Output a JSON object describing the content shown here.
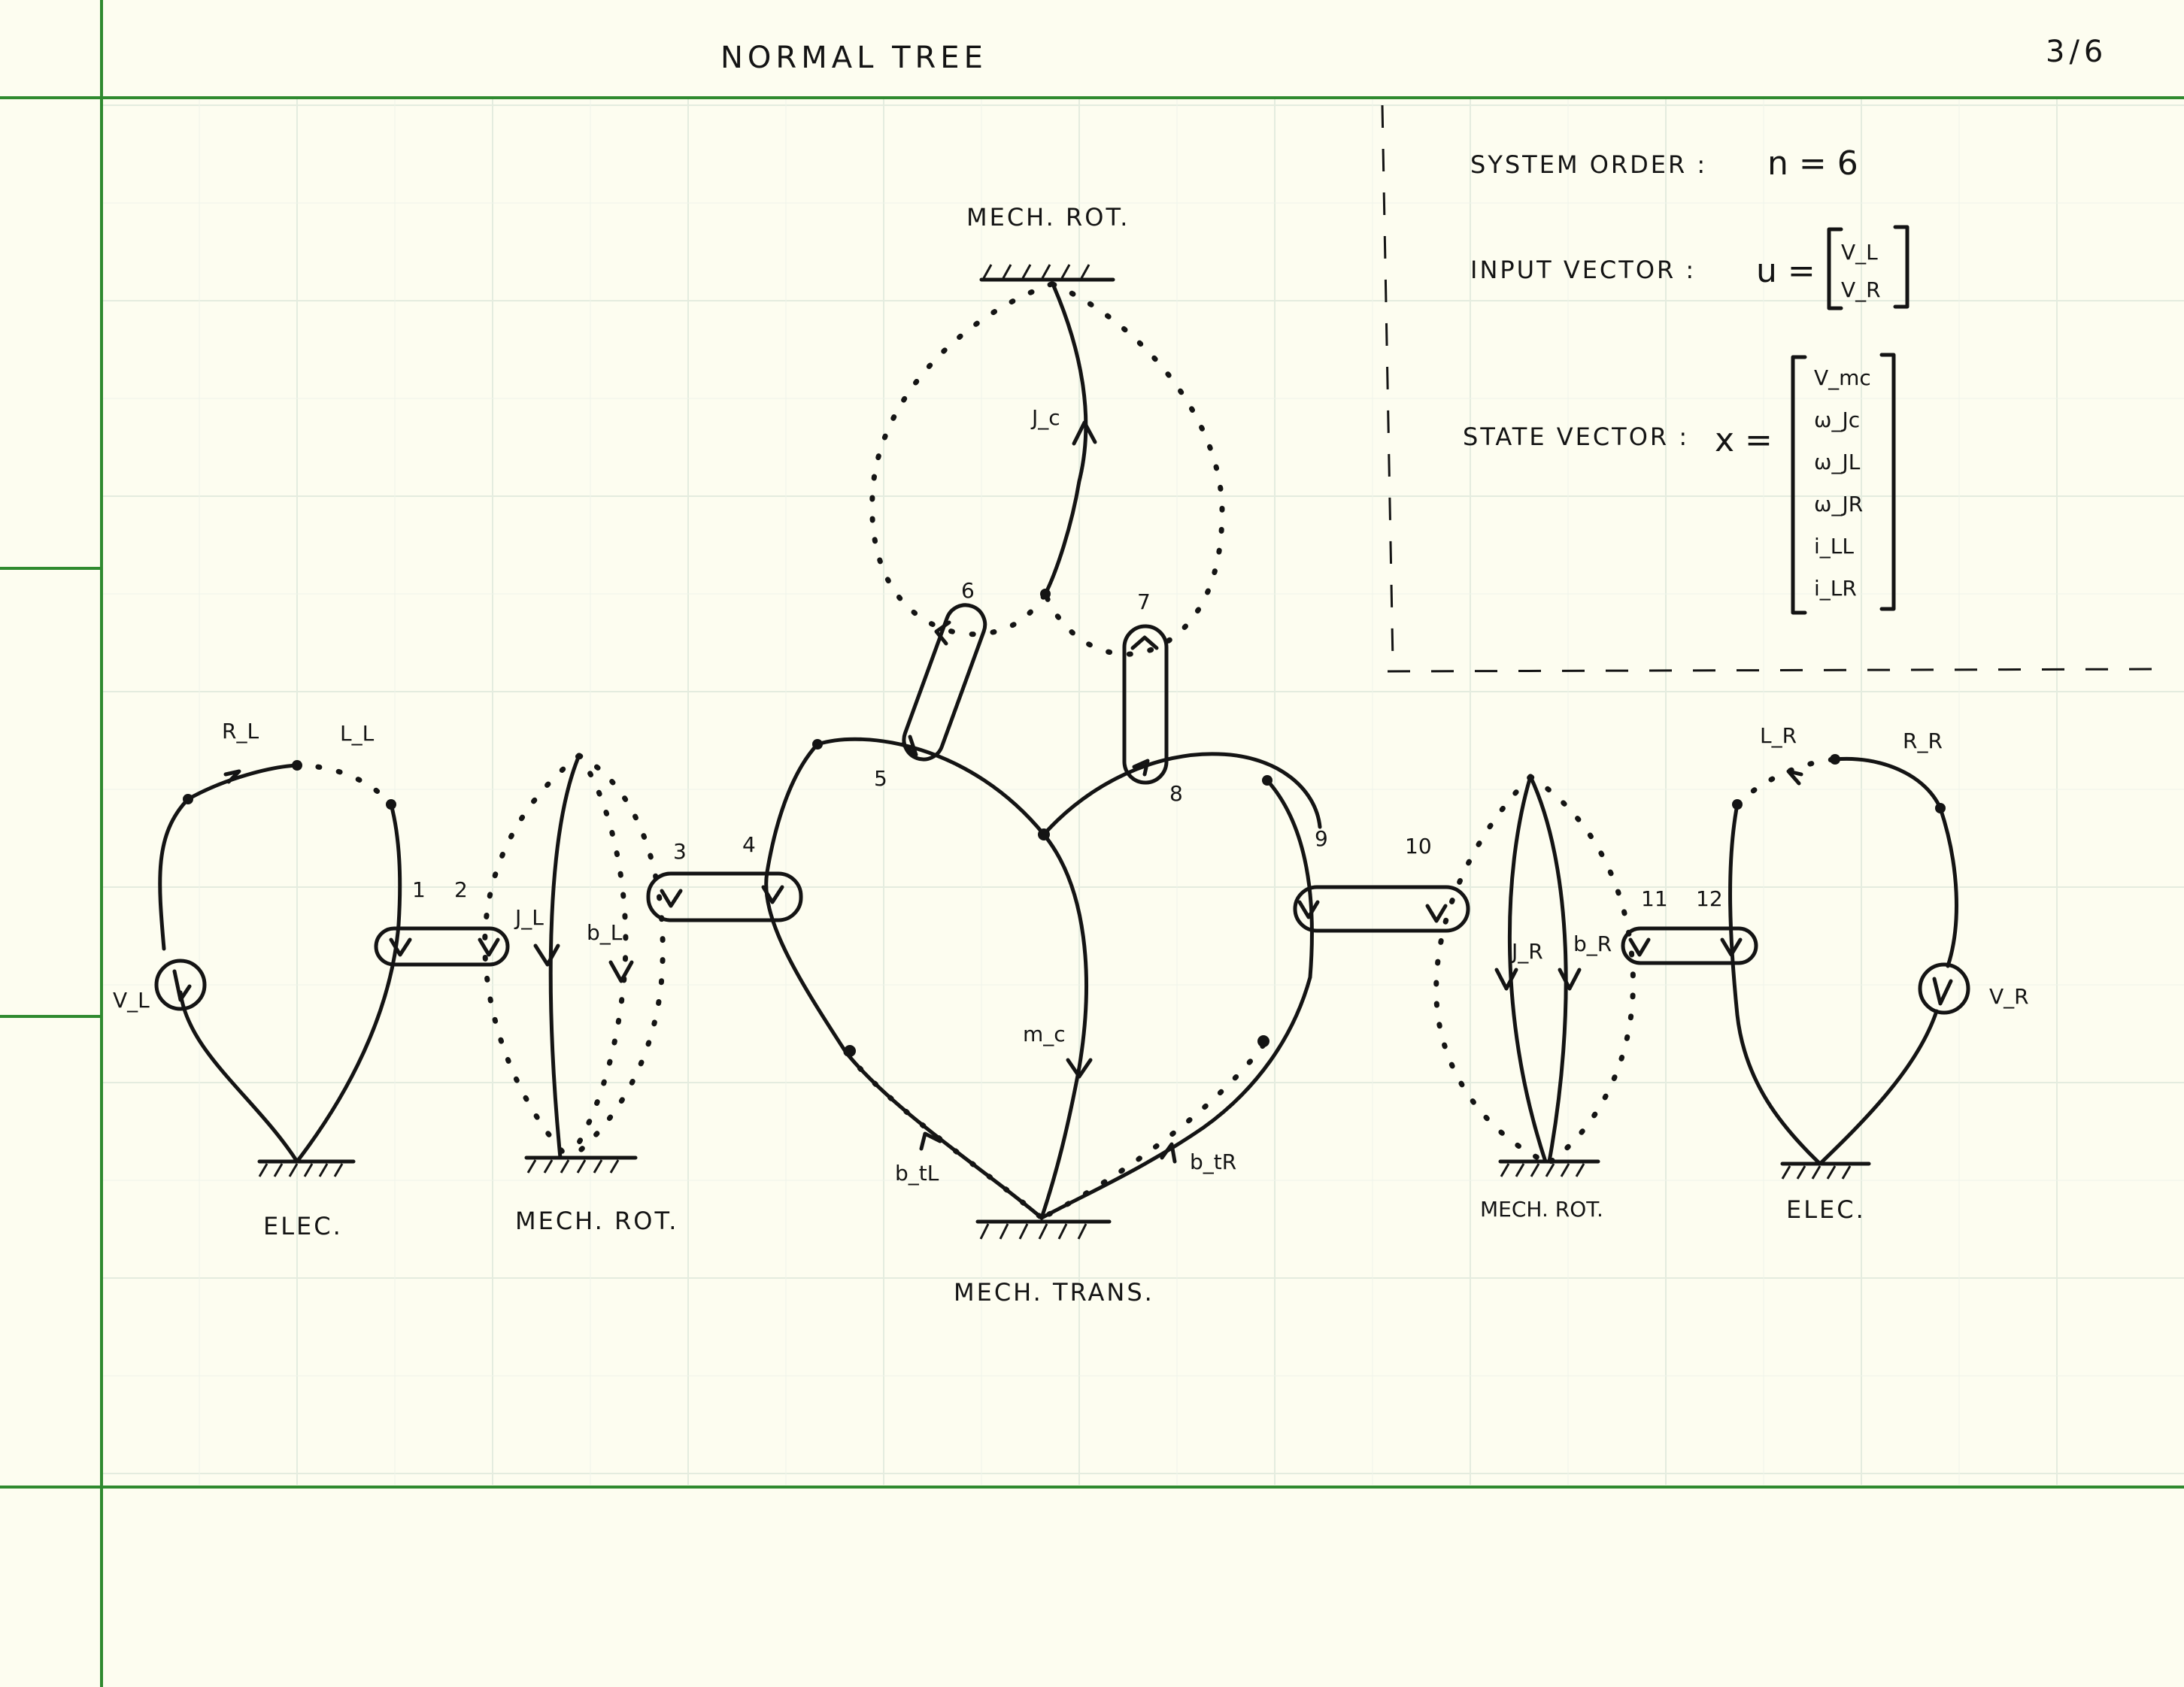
{
  "header": {
    "title": "NORMAL TREE",
    "page": "3/6"
  },
  "summary": {
    "order_label": "SYSTEM ORDER :",
    "order_value": "n = 6",
    "input_label": "INPUT VECTOR :",
    "input_symbol": "u =",
    "input_entries": [
      "V_L",
      "V_R"
    ],
    "state_label": "STATE VECTOR :",
    "state_symbol": "x =",
    "state_entries": [
      "V_mc",
      "ω_Jc",
      "ω_JL",
      "ω_JR",
      "i_LL",
      "i_LR"
    ]
  },
  "domains": {
    "elec_left": "ELEC.",
    "rot_left": "MECH. ROT.",
    "rot_top": "MECH. ROT.",
    "trans_center": "MECH. TRANS.",
    "rot_right": "MECH. ROT.",
    "elec_right": "ELEC."
  },
  "elements": {
    "rl": "R_L",
    "ll": "L_L",
    "vl": "V_L",
    "jl": "J_L",
    "bl": "b_L",
    "jc": "J_c",
    "mc": "m_c",
    "btl": "b_tL",
    "btr": "b_tR",
    "jr": "J_R",
    "br": "b_R",
    "lr": "L_R",
    "rr": "R_R",
    "vr": "V_R"
  },
  "ports": [
    "1",
    "2",
    "3",
    "4",
    "5",
    "6",
    "7",
    "8",
    "9",
    "10",
    "11",
    "12"
  ]
}
